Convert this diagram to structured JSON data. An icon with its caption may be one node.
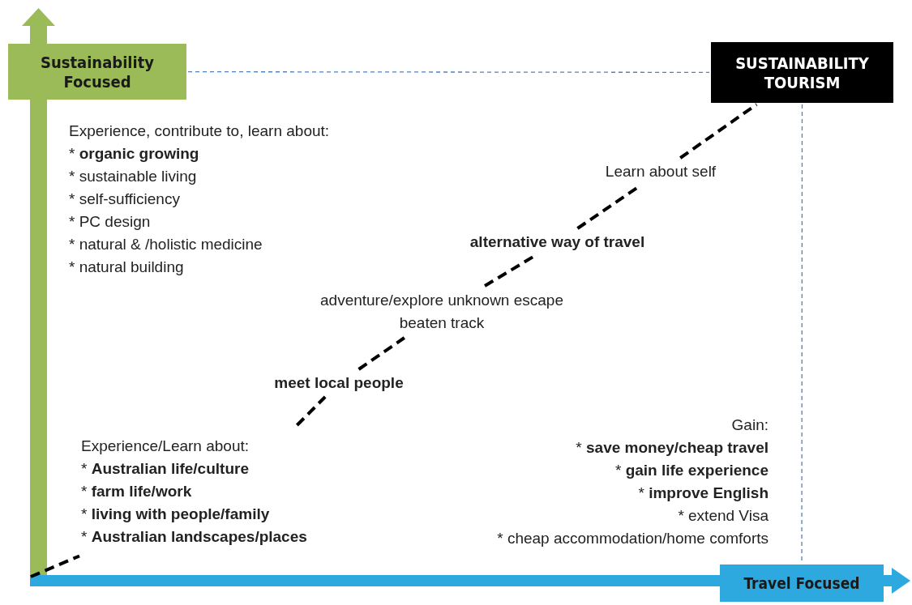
{
  "diagram": {
    "nodes": [
      {
        "text": [
          "Sustainability Focused"
        ]
      },
      {
        "text": [
          "SUSTAINABILITY TOURISM"
        ]
      },
      {
        "text": [
          "Travel Focused"
        ]
      },
      {
        "text": [
          "Learn about self"
        ]
      },
      {
        "text": [
          "alternative way of travel"
        ]
      },
      {
        "text": [
          "adventure/explore unknown escape beaten track"
        ]
      },
      {
        "text": [
          "meet local people"
        ]
      },
      {
        "text": [
          "Experience/Learn about:",
          "* **Australian life/culture**",
          "* **farm life/work**",
          "* **living with people/family**",
          "* **Australian landscapes/places**"
        ]
      }
    ],
    "edges": [
      {
        "from": null,
        "to": 7,
        "arrow": "none",
        "style": "dashed"
      },
      {
        "from": 7,
        "to": 6,
        "arrow": "none",
        "style": "dashed"
      },
      {
        "from": 6,
        "to": 5,
        "arrow": "none",
        "style": "dashed"
      },
      {
        "from": 5,
        "to": 4,
        "arrow": "none",
        "style": "dashed"
      },
      {
        "from": 4,
        "to": 3,
        "arrow": "none",
        "style": "dashed"
      },
      {
        "from": 3,
        "to": 1,
        "arrow": "none",
        "style": "dashed"
      },
      {
        "from": 0,
        "to": 1,
        "arrow": "none",
        "style": "dashed",
        "color": "#4f81bd"
      },
      {
        "from": 1,
        "to": 2,
        "arrow": "none",
        "style": "dashed",
        "color": "#4f81bd"
      }
    ],
    "labels": [
      "Experience, contribute to, learn about:",
      "* **organic growing**",
      "* sustainable living",
      "* self-sufficiency",
      "* PC design",
      "* natural & /holistic medicine",
      "* natural building",
      "Gain:",
      "* **save money/cheap travel**",
      "* **gain life experience**",
      "* **improve English**",
      "* extend Visa",
      "* cheap accommodation/home comforts"
    ]
  }
}
